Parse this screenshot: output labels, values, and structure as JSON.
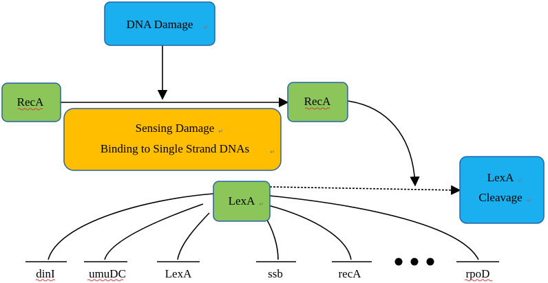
{
  "colors": {
    "blue_fill": "#1ab0ef",
    "blue_stroke": "#2563a8",
    "green_fill": "#8cc65a",
    "green_stroke": "#2563a8",
    "orange_fill": "#ffbf00",
    "orange_stroke": "#2563a8"
  },
  "nodes": {
    "dna_damage": "DNA Damage",
    "reca_left": "RecA",
    "reca_right": "RecA",
    "sensing_line1": "Sensing Damage",
    "sensing_line2": "Binding to Single Strand DNAs",
    "lexa_center": "LexA",
    "lexa_cleavage_line1": "LexA",
    "lexa_cleavage_line2": "Cleavage"
  },
  "genes": [
    "dinI",
    "umuDC",
    "LexA",
    "ssb",
    "recA",
    "rpoD"
  ],
  "ellipsis_dots": 3
}
